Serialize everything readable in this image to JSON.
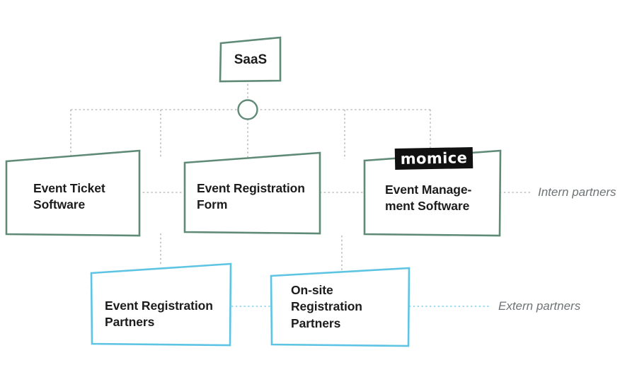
{
  "diagram": {
    "title_node": {
      "label": "SaaS"
    },
    "colors": {
      "internal_border": "#5f8a76",
      "external_border": "#5ec4e3",
      "connector_gray": "#b9bdbd",
      "connector_blue": "#7fd0e8",
      "text": "#1c1c1c",
      "legend_text": "#6e7375",
      "logo_background": "#111111",
      "logo_text": "#ffffff",
      "canvas": "#ffffff"
    },
    "internal_nodes": [
      {
        "label": "Event Ticket\nSoftware"
      },
      {
        "label": "Event Registration\nForm"
      },
      {
        "label": "Event Manage-\nment Software"
      }
    ],
    "external_nodes": [
      {
        "label": "Event Registration\nPartners"
      },
      {
        "label": "On-site\nRegistration\nPartners"
      }
    ],
    "logo": {
      "name": "momice-logo",
      "text": "momice"
    },
    "legend": [
      {
        "label": "Intern partners",
        "kind": "internal"
      },
      {
        "label": "Extern partners",
        "kind": "external"
      }
    ],
    "hub": {
      "name": "hub-connector-circle"
    }
  }
}
